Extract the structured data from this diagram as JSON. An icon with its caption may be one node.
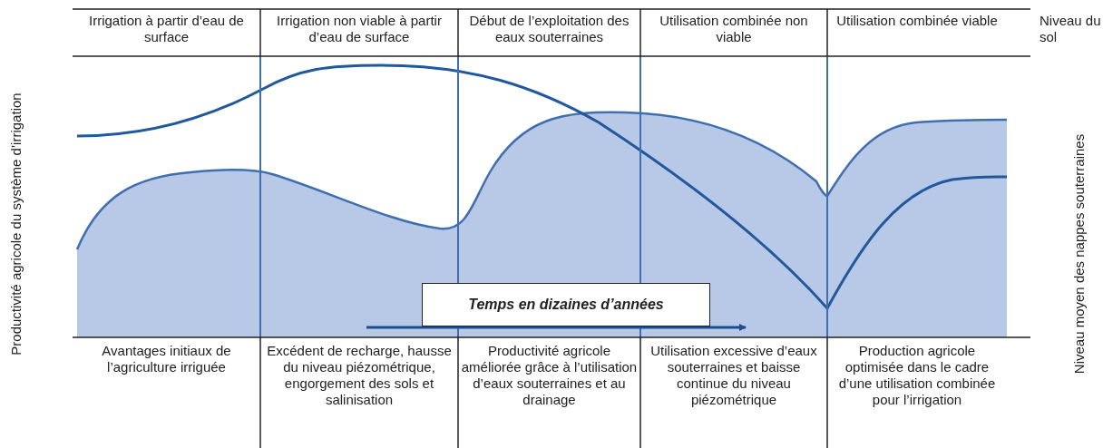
{
  "diagram": {
    "nodes": [
      {
        "text": [
          "Temps en dizaines d’années"
        ]
      }
    ],
    "labels": [
      "Irrigation à partir d’eau de surface",
      "Irrigation non viable à partir d’eau de surface",
      "Début de l’exploitation des eaux souterraines",
      "Utilisation combinée non viable",
      "Utilisation combinée viable",
      "Niveau du sol",
      "Productivité agricole du système d’irrigation",
      "Niveau moyen des nappes souterraines",
      "Avantages initiaux de l’agriculture irriguée",
      "Excédent de recharge, hausse du niveau piézométrique, engorgement des sols et salinisation",
      "Productivité agricole améliorée grâce à l’utilisation d’eaux souterraines et au drainage",
      "Utilisation excessive d’eaux souterraines et baisse continue du niveau piézométrique",
      "Production agricole optimisée dans le cadre d’une utilisation combinée pour l’irrigation"
    ]
  }
}
